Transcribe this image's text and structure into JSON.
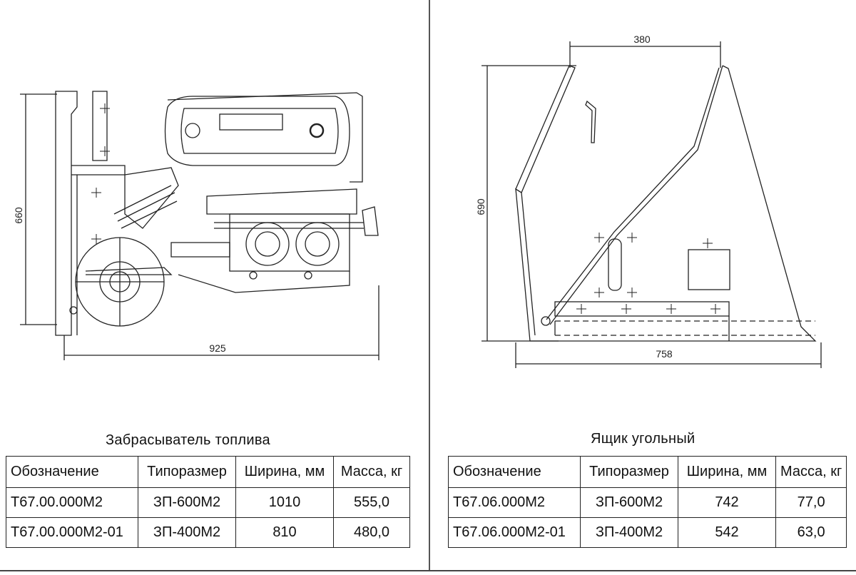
{
  "left": {
    "caption": "Забрасыватель топлива",
    "dims": {
      "height": "660",
      "width": "925"
    },
    "table": {
      "headers": [
        "Обозначение",
        "Типоразмер",
        "Ширина, мм",
        "Масса, кг"
      ],
      "rows": [
        [
          "Т67.00.000М2",
          "ЗП-600М2",
          "1010",
          "555,0"
        ],
        [
          "Т67.00.000М2-01",
          "ЗП-400М2",
          "810",
          "480,0"
        ]
      ]
    }
  },
  "right": {
    "caption": "Ящик  угольный",
    "dims": {
      "top": "380",
      "height": "690",
      "width": "758"
    },
    "table": {
      "headers": [
        "Обозначение",
        "Типоразмер",
        "Ширина, мм",
        "Масса, кг"
      ],
      "rows": [
        [
          "Т67.06.000М2",
          "ЗП-600М2",
          "742",
          "77,0"
        ],
        [
          "Т67.06.000М2-01",
          "ЗП-400М2",
          "542",
          "63,0"
        ]
      ]
    }
  }
}
